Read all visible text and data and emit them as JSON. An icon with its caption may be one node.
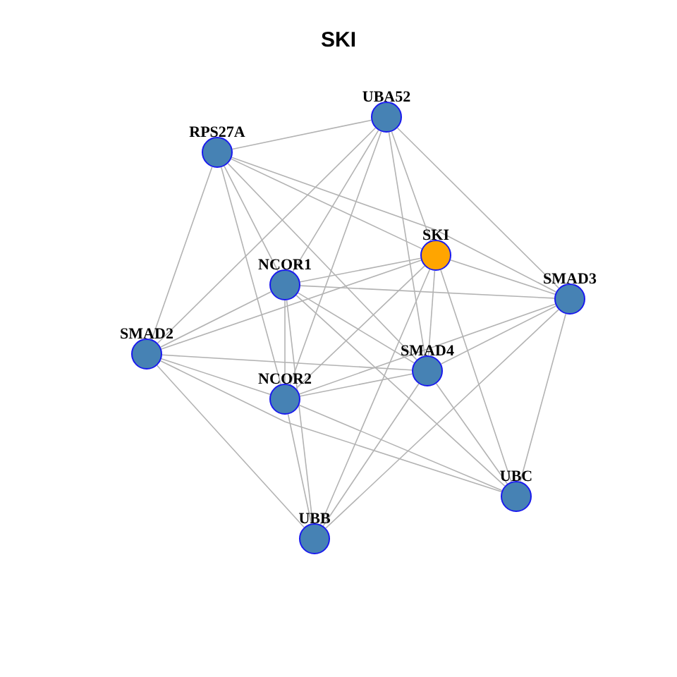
{
  "diagram": {
    "title": "SKI",
    "nodes": [
      {
        "text": [
          "UBA52"
        ]
      },
      {
        "text": [
          "RPS27A"
        ]
      },
      {
        "text": [
          "SKI"
        ]
      },
      {
        "text": [
          "NCOR1"
        ]
      },
      {
        "text": [
          "SMAD3"
        ]
      },
      {
        "text": [
          "SMAD2"
        ]
      },
      {
        "text": [
          "SMAD4"
        ]
      },
      {
        "text": [
          "NCOR2"
        ]
      },
      {
        "text": [
          "UBC"
        ]
      },
      {
        "text": [
          "UBB"
        ]
      }
    ],
    "edges": [
      {
        "from": 0,
        "to": 1,
        "arrow": "none"
      },
      {
        "from": 0,
        "to": 5,
        "arrow": "none"
      },
      {
        "from": 0,
        "to": 3,
        "arrow": "none"
      },
      {
        "from": 0,
        "to": 7,
        "arrow": "none"
      },
      {
        "from": 0,
        "to": 6,
        "arrow": "none"
      },
      {
        "from": 0,
        "to": 2,
        "arrow": "none"
      },
      {
        "from": 0,
        "to": 4,
        "arrow": "none"
      },
      {
        "from": 1,
        "to": 2,
        "arrow": "none"
      },
      {
        "from": 1,
        "to": 4,
        "arrow": "none"
      },
      {
        "from": 1,
        "to": 5,
        "arrow": "none"
      },
      {
        "from": 1,
        "to": 3,
        "arrow": "none"
      },
      {
        "from": 1,
        "to": 7,
        "arrow": "none"
      },
      {
        "from": 1,
        "to": 6,
        "arrow": "none"
      },
      {
        "from": 2,
        "to": 3,
        "arrow": "none"
      },
      {
        "from": 2,
        "to": 5,
        "arrow": "none"
      },
      {
        "from": 2,
        "to": 7,
        "arrow": "none"
      },
      {
        "from": 2,
        "to": 4,
        "arrow": "none"
      },
      {
        "from": 2,
        "to": 6,
        "arrow": "none"
      },
      {
        "from": 2,
        "to": 8,
        "arrow": "none"
      },
      {
        "from": 2,
        "to": 9,
        "arrow": "none"
      },
      {
        "from": 3,
        "to": 4,
        "arrow": "none"
      },
      {
        "from": 3,
        "to": 5,
        "arrow": "none"
      },
      {
        "from": 3,
        "to": 7,
        "arrow": "none"
      },
      {
        "from": 3,
        "to": 6,
        "arrow": "none"
      },
      {
        "from": 3,
        "to": 8,
        "arrow": "none"
      },
      {
        "from": 3,
        "to": 9,
        "arrow": "none"
      },
      {
        "from": 4,
        "to": 7,
        "arrow": "none"
      },
      {
        "from": 4,
        "to": 6,
        "arrow": "none"
      },
      {
        "from": 4,
        "to": 8,
        "arrow": "none"
      },
      {
        "from": 4,
        "to": 9,
        "arrow": "none"
      },
      {
        "from": 5,
        "to": 6,
        "arrow": "none"
      },
      {
        "from": 5,
        "to": 7,
        "arrow": "none"
      },
      {
        "from": 5,
        "to": 8,
        "arrow": "none"
      },
      {
        "from": 5,
        "to": 9,
        "arrow": "none"
      },
      {
        "from": 7,
        "to": 6,
        "arrow": "none"
      },
      {
        "from": 7,
        "to": 8,
        "arrow": "none"
      },
      {
        "from": 7,
        "to": 9,
        "arrow": "none"
      },
      {
        "from": 6,
        "to": 8,
        "arrow": "none"
      },
      {
        "from": 6,
        "to": 9,
        "arrow": "none"
      }
    ]
  }
}
